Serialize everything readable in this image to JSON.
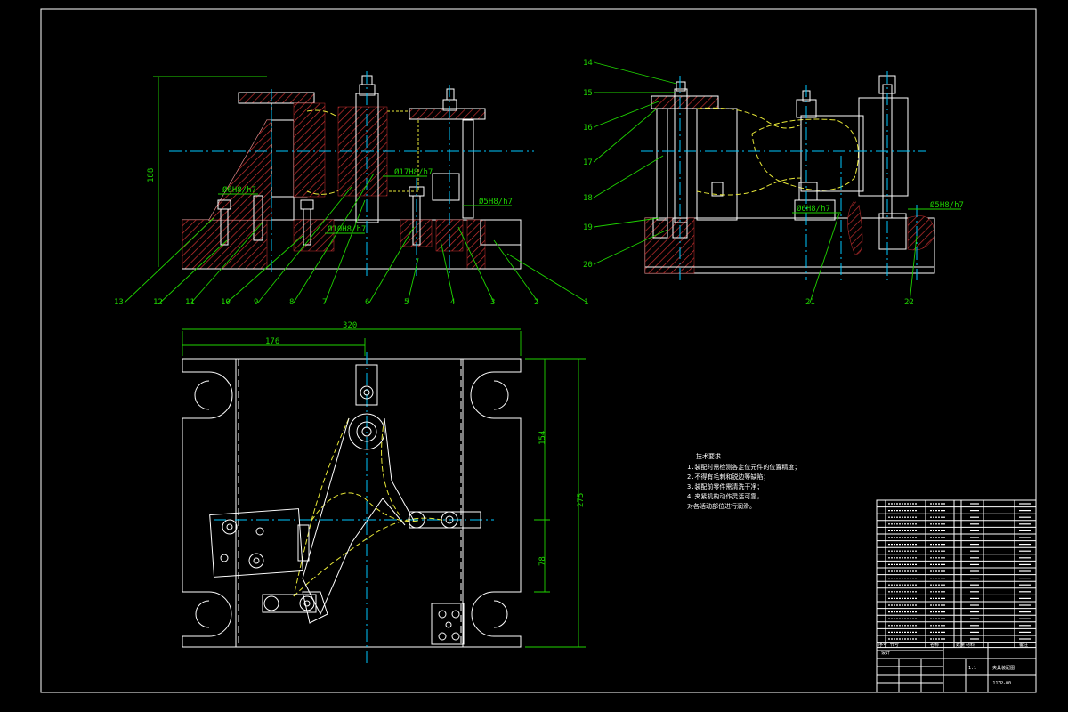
{
  "drawing": {
    "dimensions": {
      "overall_height": "188",
      "top_width": "320",
      "left_width": "176",
      "right_height": "275",
      "upper_span": "154",
      "lower_span": "78",
      "fit_17": "Ø17H8/h7",
      "fit_6a": "Ø6H8/h7",
      "fit_10": "Ø10H8/h7",
      "fit_5a": "Ø5H8/h7",
      "fit_6b": "Ø6H8/h7",
      "fit_5b": "Ø5H8/h7"
    },
    "balloons_front": [
      "13",
      "12",
      "11",
      "10",
      "9",
      "8",
      "7",
      "6",
      "5",
      "4",
      "3",
      "2",
      "1"
    ],
    "balloons_side": [
      "14",
      "15",
      "16",
      "17",
      "18",
      "19",
      "20",
      "21",
      "22"
    ],
    "tech_notes": {
      "title": "技术要求",
      "lines": [
        "1.装配时需检测各定位元件的位置精度；",
        "2.不得有毛刺和锐边等缺陷；",
        "3.装配前零件需清洗干净；",
        "4.夹紧机构动作灵活可靠，",
        "  对各活动部位进行润滑。"
      ]
    },
    "title_block": {
      "drawing_name": "夹具装配图",
      "drawing_no": "JJZP-00",
      "company": "设计",
      "scale": "1:1"
    },
    "bom_header": [
      "序号",
      "代号",
      "名称",
      "数量",
      "材料",
      "备注"
    ]
  },
  "colors": {
    "background": "#000000",
    "outline": "#ffffff",
    "dimension": "#1fd400",
    "hidden": "#e8e838",
    "centerline": "#00c8ff",
    "section": "#c83030"
  }
}
